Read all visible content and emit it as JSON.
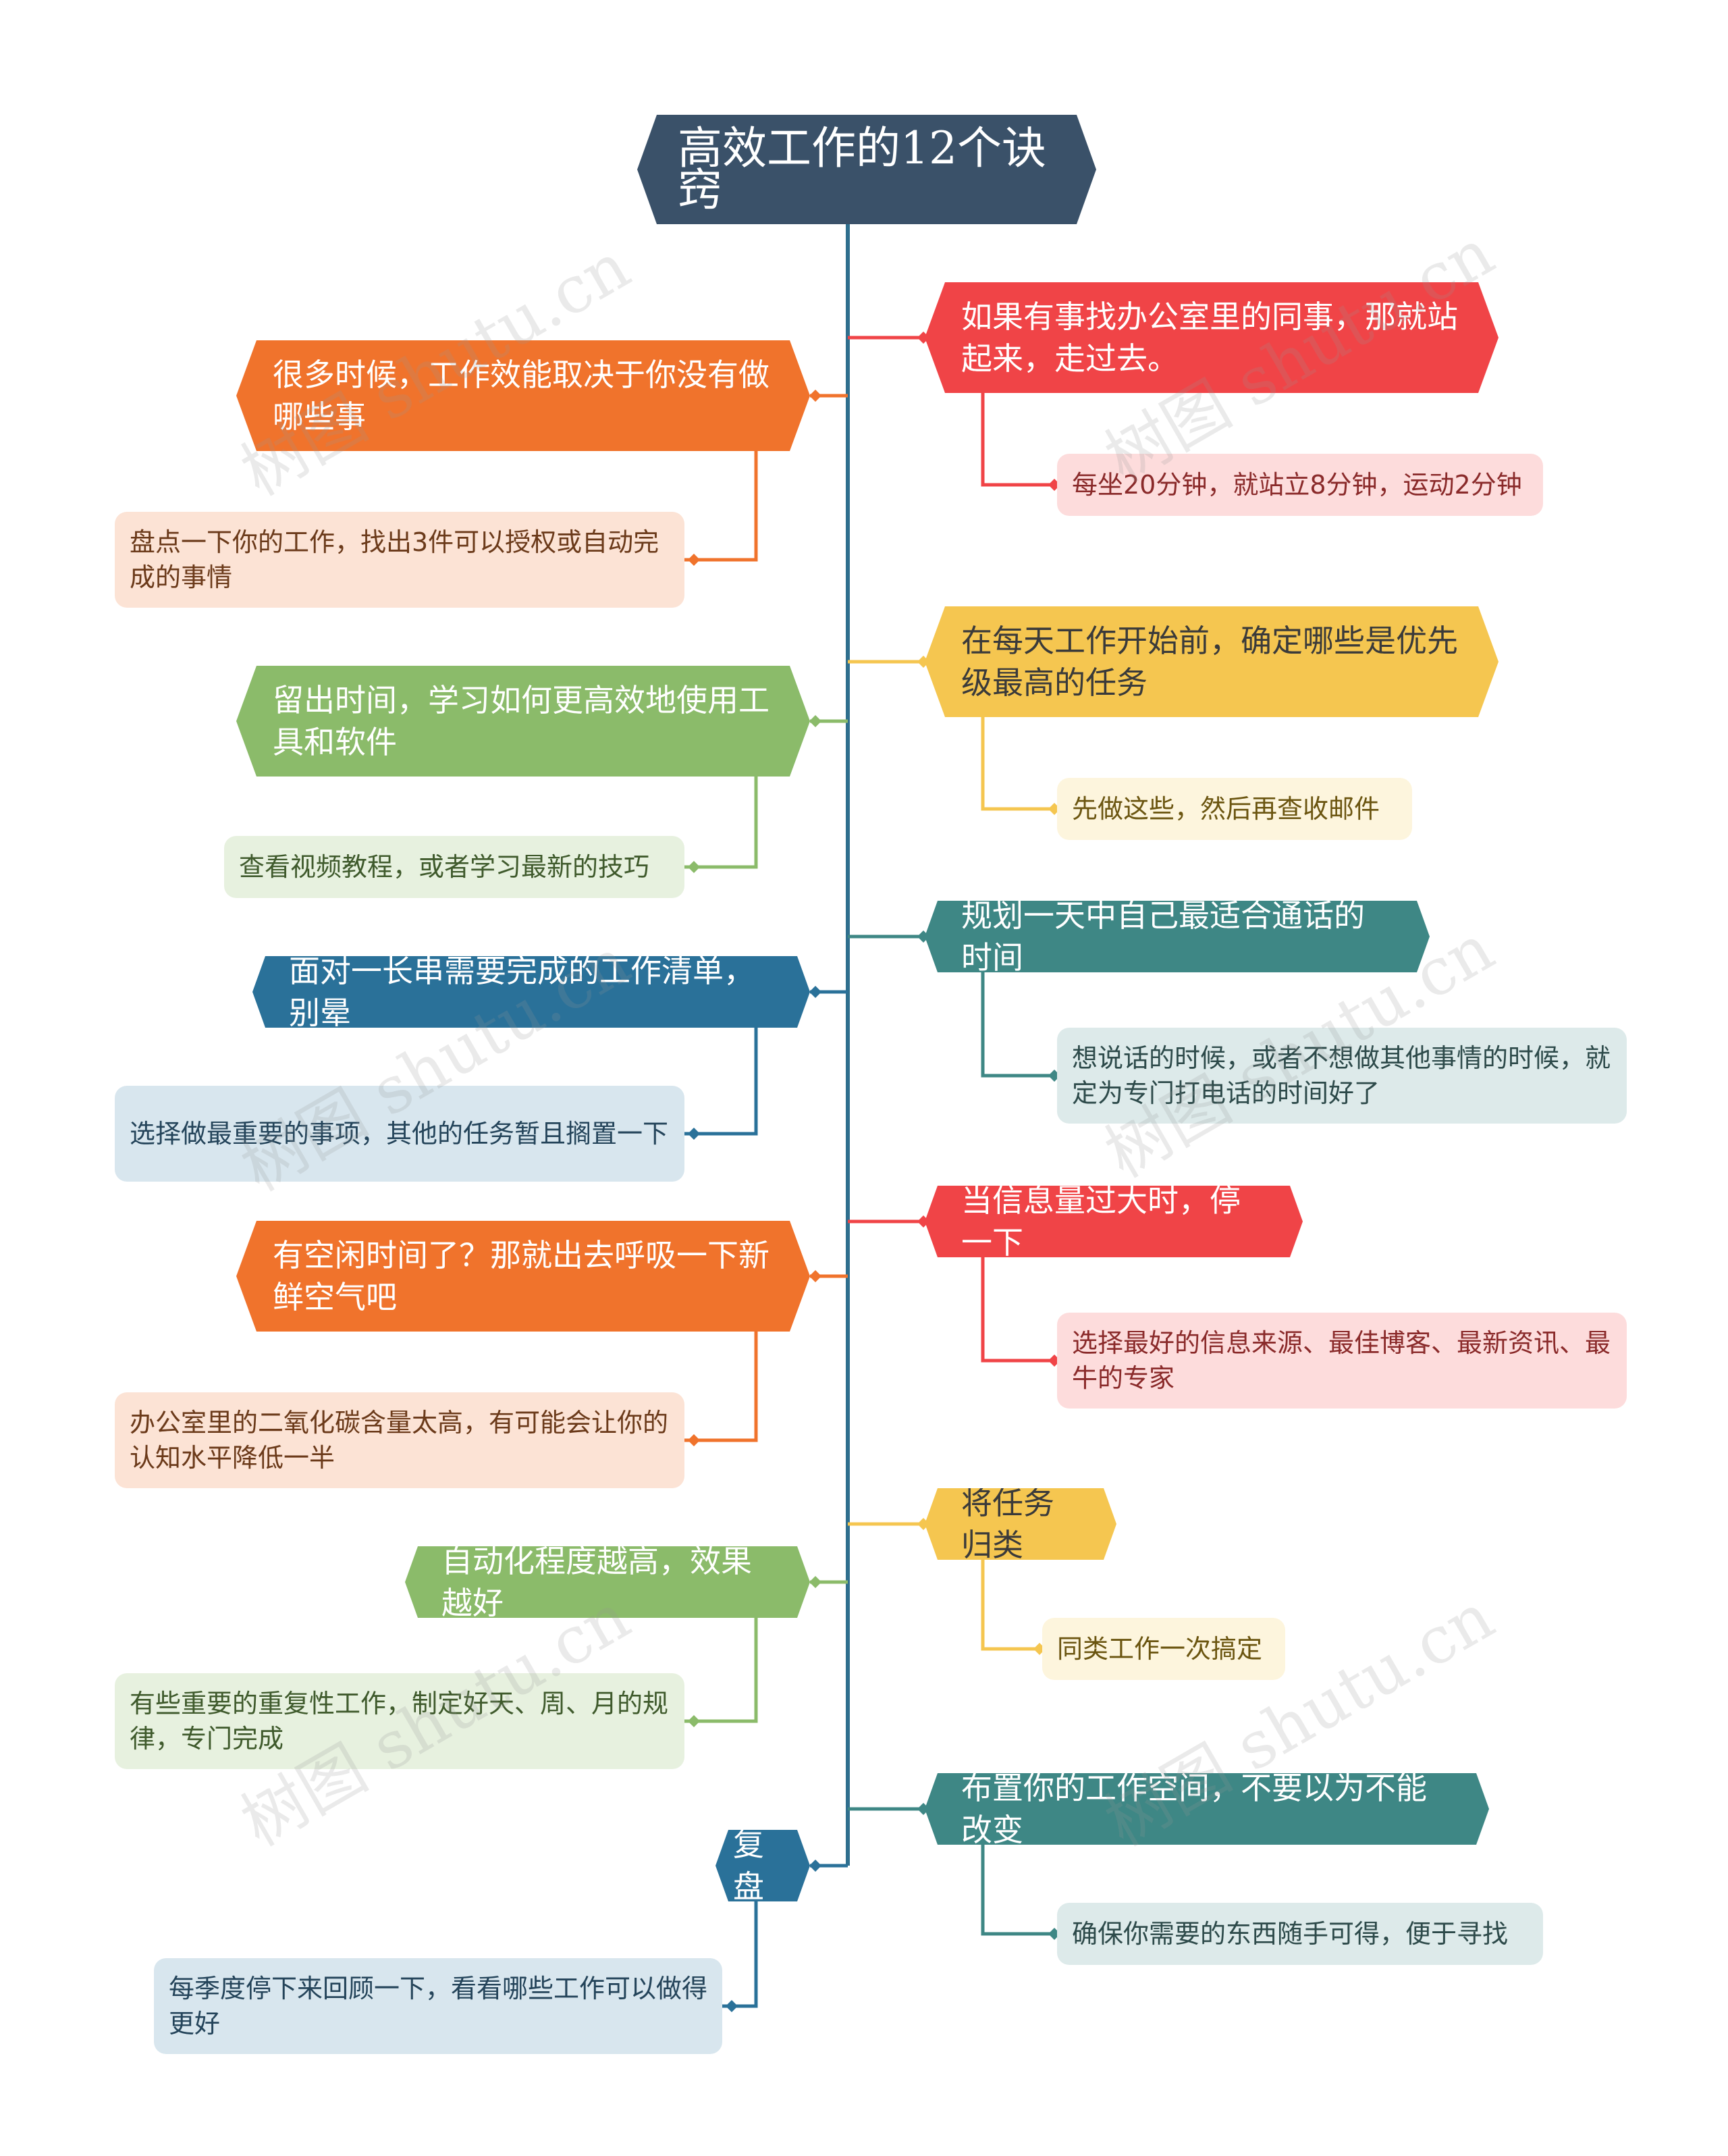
{
  "title": "高效工作的12个诀窍",
  "watermark": "树图 shutu.cn",
  "colors": {
    "center": "#3A5169",
    "line": "#2F6F8E",
    "red": "#F04447",
    "red_light": "#FDDCDC",
    "orange": "#F0732C",
    "orange_light": "#FCE3D5",
    "yellow": "#F5C650",
    "yellow_light": "#FDF5DD",
    "green": "#8BBB6A",
    "green_light": "#E7F1DF",
    "teal": "#3E8785",
    "teal_light": "#DDEAEA",
    "blue": "#2A7199",
    "blue_light": "#D8E6EE"
  },
  "branches": [
    {
      "side": "right",
      "text": "如果有事找办公室里的同事，那就站起来，走过去。",
      "note": "每坐20分钟，就站立8分钟，运动2分钟"
    },
    {
      "side": "right",
      "text": "在每天工作开始前，确定哪些是优先级最高的任务",
      "note": "先做这些，然后再查收邮件"
    },
    {
      "side": "right",
      "text": "规划一天中自己最适合通话的时间",
      "note": "想说话的时候，或者不想做其他事情的时候，就定为专门打电话的时间好了"
    },
    {
      "side": "right",
      "text": "当信息量过大时，停一下",
      "note": "选择最好的信息来源、最佳博客、最新资讯、最牛的专家"
    },
    {
      "side": "right",
      "text": "将任务归类",
      "note": "同类工作一次搞定"
    },
    {
      "side": "right",
      "text": "布置你的工作空间，不要以为不能改变",
      "note": "确保你需要的东西随手可得，便于寻找"
    },
    {
      "side": "left",
      "text": "很多时候，工作效能取决于你没有做哪些事",
      "note": "盘点一下你的工作，找出3件可以授权或自动完成的事情"
    },
    {
      "side": "left",
      "text": "留出时间，学习如何更高效地使用工具和软件",
      "note": "查看视频教程，或者学习最新的技巧"
    },
    {
      "side": "left",
      "text": "面对一长串需要完成的工作清单，别晕",
      "note": "选择做最重要的事项，其他的任务暂且搁置一下"
    },
    {
      "side": "left",
      "text": "有空闲时间了？那就出去呼吸一下新鲜空气吧",
      "note": "办公室里的二氧化碳含量太高，有可能会让你的认知水平降低一半"
    },
    {
      "side": "left",
      "text": "自动化程度越高，效果越好",
      "note": "有些重要的重复性工作，制定好天、周、月的规律，专门完成"
    },
    {
      "side": "left",
      "text": "复盘",
      "note": "每季度停下来回顾一下，看看哪些工作可以做得更好"
    }
  ]
}
